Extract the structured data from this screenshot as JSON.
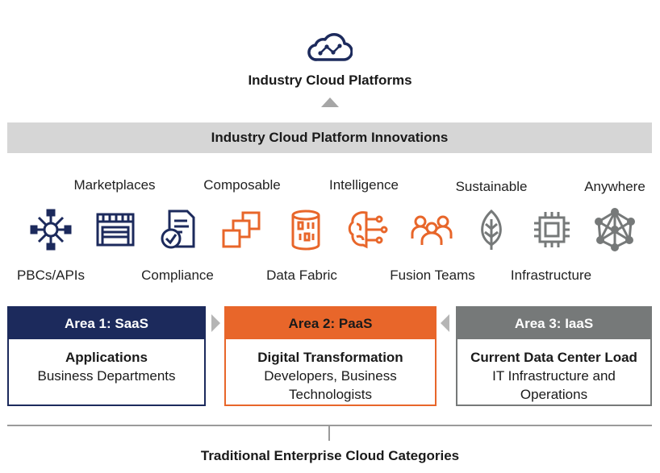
{
  "top": {
    "title": "Industry Cloud Platforms",
    "icon": "cloud-network-icon"
  },
  "banner": {
    "title": "Industry Cloud Platform Innovations"
  },
  "innovations": {
    "top_labels": [
      "Marketplaces",
      "Composable",
      "Intelligence",
      "Sustainable",
      "Anywhere"
    ],
    "bottom_labels": [
      "PBCs/APIs",
      "Compliance",
      "Data Fabric",
      "Fusion Teams",
      "Infrastructure"
    ],
    "icons": [
      "api-hub-icon",
      "storefront-icon",
      "compliance-document-icon",
      "composable-blocks-icon",
      "database-icon",
      "brain-circuit-icon",
      "team-icon",
      "leaf-icon",
      "chip-icon",
      "mesh-network-icon"
    ]
  },
  "areas": [
    {
      "header": "Area 1: SaaS",
      "bold": "Applications",
      "text": "Business Departments",
      "color": "#1c2a5c"
    },
    {
      "header": "Area 2: PaaS",
      "bold": "Digital Transformation",
      "text": "Developers, Business Technologists",
      "color": "#e8662a"
    },
    {
      "header": "Area 3: IaaS",
      "bold": "Current Data Center Load",
      "text": "IT Infrastructure and Operations",
      "color": "#767979"
    }
  ],
  "bottom": {
    "title": "Traditional Enterprise Cloud Categories"
  },
  "colors": {
    "navy": "#1c2a5c",
    "orange": "#e8662a",
    "gray": "#767979",
    "banner": "#d6d6d6"
  }
}
